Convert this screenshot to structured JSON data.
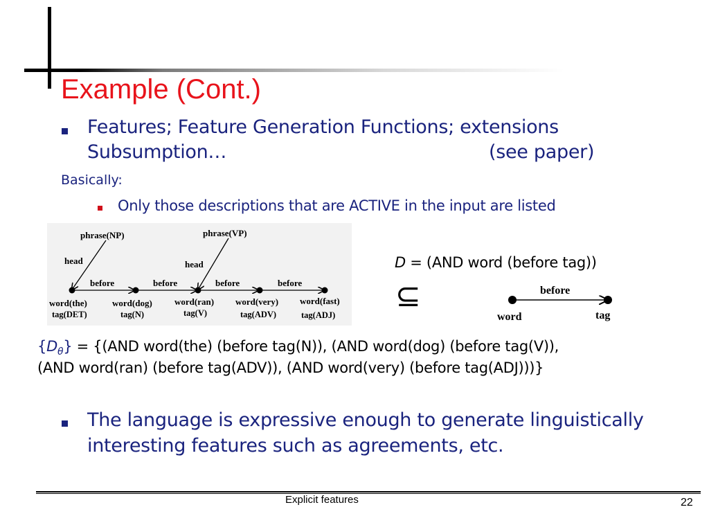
{
  "slide": {
    "title": "Example (Cont.)",
    "bullet1_line1": "Features; Feature Generation Functions; extensions",
    "bullet1_line2a": "Subsumption…",
    "bullet1_line2b": "(see paper)",
    "basically": "Basically:",
    "subbullet": "Only those descriptions that are ACTIVE in the input are listed",
    "d_label": "D",
    "d_formula": " = (AND word (before tag))",
    "subset_symbol": "⊆",
    "set_open": "{",
    "set_d": "D",
    "set_theta": "θ",
    "set_close": "}",
    "set_line1": " = {(AND word(the) (before tag(N)), (AND word(dog) (before tag(V)),",
    "set_line2": "(AND word(ran) (before tag(ADV)), (AND word(very) (before tag(ADJ)))}",
    "bullet2_line1": "The language is expressive enough to generate linguistically",
    "bullet2_line2": "interesting features such as agreements, etc."
  },
  "diagram": {
    "phrases": [
      "phrase(NP)",
      "phrase(VP)"
    ],
    "head_label": "head",
    "before_label": "before",
    "words": [
      "word(the)",
      "word(dog)",
      "word(ran)",
      "word(very)",
      "word(fast)"
    ],
    "tags": [
      "tag(DET)",
      "tag(N)",
      "tag(V)",
      "tag(ADV)",
      "tag(ADJ)"
    ]
  },
  "mini_diagram": {
    "before_label": "before",
    "word_label": "word",
    "tag_label": "tag"
  },
  "footer": {
    "text": "Explicit features",
    "page_number": "22"
  },
  "colors": {
    "title": "#e8131b",
    "bullet_text": "#1a237e",
    "sub_bullet_marker": "#d0101a"
  }
}
